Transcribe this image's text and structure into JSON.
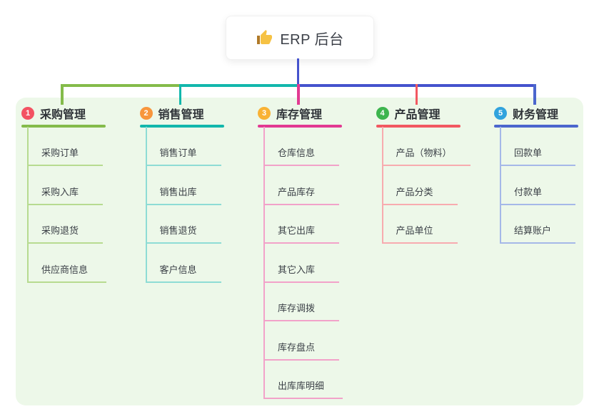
{
  "root": {
    "title": "ERP 后台",
    "icon": "thumbs-up-icon",
    "icon_color": "#f6c244",
    "icon_cuff_color": "#b07a28"
  },
  "canvas": {
    "page_bg": "#ffffff",
    "panel_bg": "#edf8e9"
  },
  "connectors": {
    "stem_color": "#4553cd"
  },
  "branches": [
    {
      "index": "1",
      "label": "采购管理",
      "badge_color": "#f35262",
      "line_color": "#84bb4a",
      "child_line_color": "#b7db90",
      "children": [
        "采购订单",
        "采购入库",
        "采购退货",
        "供应商信息"
      ]
    },
    {
      "index": "2",
      "label": "销售管理",
      "badge_color": "#f8963c",
      "line_color": "#12b7ac",
      "child_line_color": "#8edcd5",
      "children": [
        "销售订单",
        "销售出库",
        "销售退货",
        "客户信息"
      ]
    },
    {
      "index": "3",
      "label": "库存管理",
      "badge_color": "#f9b234",
      "line_color": "#e23a92",
      "child_line_color": "#f2a2c9",
      "children": [
        "仓库信息",
        "产品库存",
        "其它出库",
        "其它入库",
        "库存调拨",
        "库存盘点",
        "出库库明细"
      ]
    },
    {
      "index": "4",
      "label": "产品管理",
      "badge_color": "#3db54e",
      "line_color": "#f25861",
      "child_line_color": "#f8abaf",
      "children": [
        "产品（物料）",
        "产品分类",
        "产品单位"
      ]
    },
    {
      "index": "5",
      "label": "财务管理",
      "badge_color": "#31a3dd",
      "line_color": "#4b66cd",
      "child_line_color": "#a5b8e8",
      "children": [
        "回款单",
        "付款单",
        "结算账户"
      ]
    }
  ]
}
